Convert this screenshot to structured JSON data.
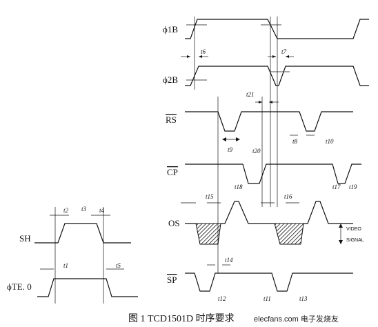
{
  "signals": {
    "phi1b": "ϕ1B",
    "phi2b": "ϕ2B",
    "rs": "RS",
    "cp": "CP",
    "os": "OS",
    "sp": "SP",
    "sh": "SH",
    "phite": "ϕTE. 0"
  },
  "timing_labels": {
    "t1": "t1",
    "t2": "t2",
    "t3": "t3",
    "t4": "t4",
    "t5": "t5",
    "t6": "t6",
    "t7": "t7",
    "t8": "t8",
    "t9": "t9",
    "t10": "t10",
    "t12": "t12",
    "t13": "t13",
    "t14": "t14",
    "t15": "t15",
    "t16": "t16",
    "t17": "t17",
    "t18": "t18",
    "t19": "t19",
    "t20": "t20",
    "t21": "t21",
    "t11": "t11"
  },
  "annotation": {
    "video_line1": "VIDEO",
    "video_line2": "SIGNAL"
  },
  "caption": "图 1 TCD1501D 时序要求",
  "watermark": "elecfans.com 电子发烧友"
}
